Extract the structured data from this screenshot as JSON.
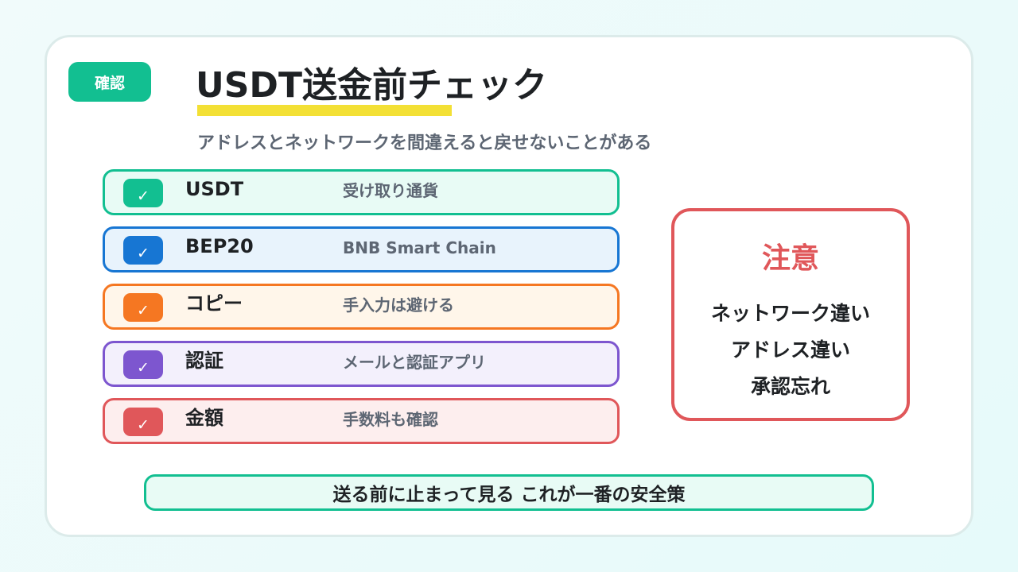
{
  "slide": {
    "tag": "確認",
    "title": "USDT送金前チェック",
    "subtitle": "アドレスとネットワークを間違えると戻せないことがある"
  },
  "checklist": [
    {
      "label": "USDT",
      "desc": "受け取り通貨",
      "check": "✓",
      "color": "#12bf91",
      "border": "#12bf91",
      "bg": "#e8fbf5"
    },
    {
      "label": "BEP20",
      "desc": "BNB Smart Chain",
      "check": "✓",
      "color": "#1776d3",
      "border": "#1776d3",
      "bg": "#e8f3fc"
    },
    {
      "label": "コピー",
      "desc": "手入力は避ける",
      "check": "✓",
      "color": "#f57722",
      "border": "#f57722",
      "bg": "#fff6ea"
    },
    {
      "label": "認証",
      "desc": "メールと認証アプリ",
      "check": "✓",
      "color": "#7d56cf",
      "border": "#7d56cf",
      "bg": "#f3f0fc"
    },
    {
      "label": "金額",
      "desc": "手数料も確認",
      "check": "✓",
      "color": "#e0575a",
      "border": "#e0575a",
      "bg": "#fdeeee"
    }
  ],
  "warning": {
    "title": "注意",
    "items": [
      "ネットワーク違い",
      "アドレス違い",
      "承認忘れ"
    ]
  },
  "footer": {
    "text": "送る前に止まって見る これが一番の安全策"
  }
}
